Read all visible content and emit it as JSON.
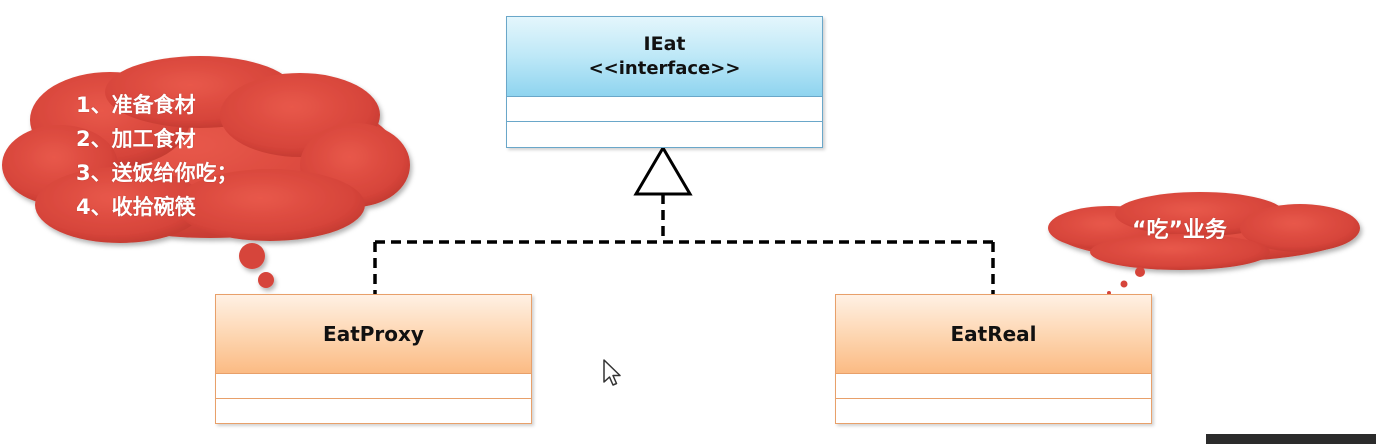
{
  "diagram": {
    "interface": {
      "name": "IEat",
      "stereotype": "<<interface>>"
    },
    "classes": [
      {
        "name": "EatProxy"
      },
      {
        "name": "EatReal"
      }
    ],
    "proxy_note": {
      "items": [
        {
          "number": "1、",
          "text": "准备食材"
        },
        {
          "number": "2、",
          "text": "加工食材"
        },
        {
          "number": "3、",
          "text": "送饭给你吃；"
        },
        {
          "number": "4、",
          "text": "收拾碗筷"
        }
      ]
    },
    "real_note": {
      "text": "“吃”业务"
    },
    "colors": {
      "cloud": "#d9463a",
      "interface_header": "#bde8f7",
      "class_header": "#fdd4ae",
      "connector": "#000000"
    }
  }
}
